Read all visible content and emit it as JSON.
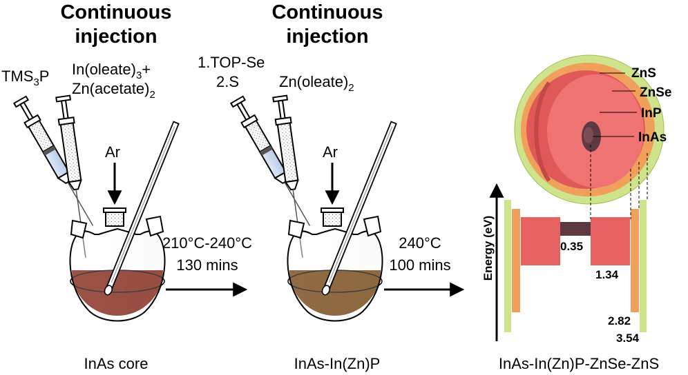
{
  "step1": {
    "heading_line1": "Continuous",
    "heading_line2": "injection",
    "reagent_a_main": "TMS",
    "reagent_a_sub": "3",
    "reagent_a_tail": "P",
    "reagent_b_line1_main": "In(oleate)",
    "reagent_b_line1_sub": "3",
    "reagent_b_line1_tail": "+",
    "reagent_b_line2_main": "Zn(acetate)",
    "reagent_b_line2_sub": "2",
    "gas": "Ar",
    "product": "InAs core",
    "solution_color": "#7a1808"
  },
  "transition1": {
    "temperature": "210°C-240°C",
    "time": "130 mins"
  },
  "step2": {
    "heading_line1": "Continuous",
    "heading_line2": "injection",
    "reagent_a_line1": "1.TOP-Se",
    "reagent_a_line2": "2.S",
    "reagent_b_main": "Zn(oleate)",
    "reagent_b_sub": "2",
    "gas": "Ar",
    "product": "InAs-In(Zn)P",
    "solution_color": "#6b3a06"
  },
  "transition2": {
    "temperature": "240°C",
    "time": "100 mins"
  },
  "step3": {
    "product": "InAs-In(Zn)P-ZnSe-ZnS",
    "shell_labels": [
      "ZnS",
      "ZnSe",
      "InP",
      "InAs"
    ],
    "colors": {
      "ZnS": "#cfe28c",
      "ZnSe": "#f0a05a",
      "InP": "#ec6a6a",
      "InAs": "#5e3a40"
    },
    "energy_axis_label": "Energy (eV)",
    "bandgaps": {
      "InAs": "0.35",
      "InP": "1.34",
      "ZnSe": "2.82",
      "ZnS": "3.54"
    }
  }
}
